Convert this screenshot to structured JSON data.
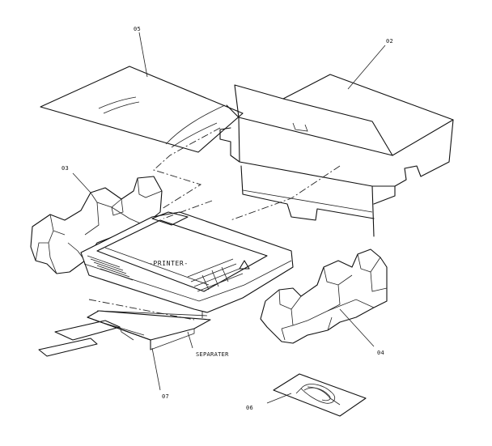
{
  "labels": {
    "p05": "05",
    "p02": "02",
    "p03": "03",
    "printer": "-PRINTER-",
    "p04": "04",
    "separater": "SEPARATER",
    "p07": "07",
    "p06": "06"
  },
  "parts": [
    {
      "id": "05",
      "icon": "plastic-bag-icon"
    },
    {
      "id": "02",
      "icon": "carton-box-icon"
    },
    {
      "id": "03",
      "icon": "foam-end-cap-left-icon"
    },
    {
      "id": "printer",
      "icon": "printer-icon"
    },
    {
      "id": "04",
      "icon": "foam-end-cap-right-icon"
    },
    {
      "id": "separater",
      "icon": "separator-sheet-icon"
    },
    {
      "id": "07",
      "icon": "paper-tray-icon"
    },
    {
      "id": "06",
      "icon": "power-cord-bag-icon"
    }
  ]
}
